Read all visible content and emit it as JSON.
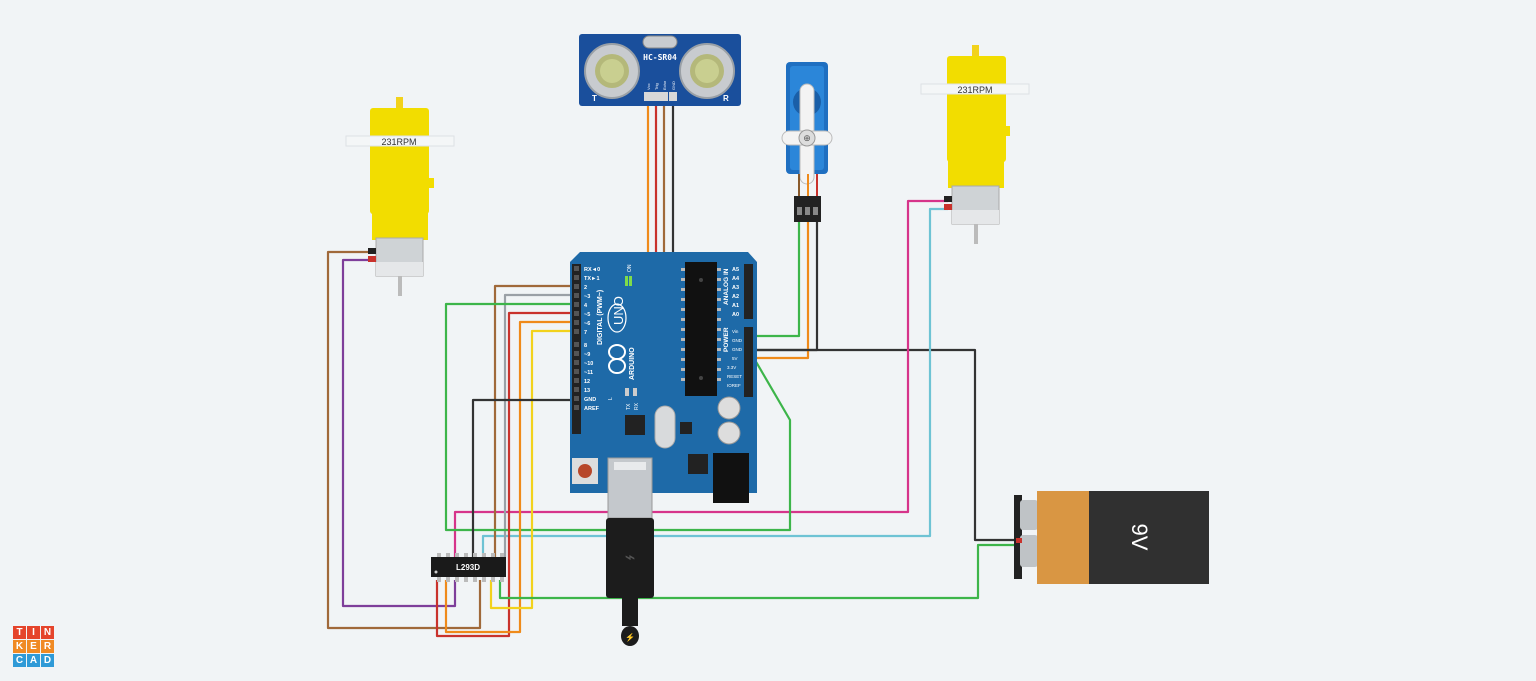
{
  "app": {
    "logo_letters": [
      "T",
      "I",
      "N",
      "K",
      "E",
      "R",
      "C",
      "A",
      "D"
    ],
    "logo_colors": [
      "#e5442b",
      "#e5442b",
      "#e5442b",
      "#f08a24",
      "#f08a24",
      "#f08a24",
      "#2f9ad7",
      "#2f9ad7",
      "#2f9ad7"
    ]
  },
  "components": {
    "ultrasonic": {
      "model": "HC-SR04",
      "t_label": "T",
      "r_label": "R",
      "pins": [
        "Vcc",
        "Trig",
        "Echo",
        "GND"
      ]
    },
    "motor_left": {
      "label": "231RPM"
    },
    "motor_right": {
      "label": "231RPM"
    },
    "driver": {
      "label": "L293D"
    },
    "battery": {
      "label": "9V",
      "minus": "−",
      "plus": "+"
    },
    "arduino": {
      "brand": "ARDUINO",
      "model": "UNO",
      "digital_header": "DIGITAL (PWM~)",
      "analog_header": "ANALOG IN",
      "power_header": "POWER",
      "digital_pins": [
        "RX◄0",
        "TX►1",
        "2",
        "~3",
        "4",
        "~5",
        "~6",
        "7",
        "8",
        "~9",
        "~10",
        "~11",
        "12",
        "13",
        "GND",
        "AREF"
      ],
      "analog_pins": [
        "A5",
        "A4",
        "A3",
        "A2",
        "A1",
        "A0"
      ],
      "power_pins": [
        "Vin",
        "GND",
        "GND",
        "5V",
        "3.3V",
        "RESET",
        "IOREF"
      ],
      "on_label": "ON",
      "tx": "TX",
      "rx": "RX",
      "l": "L"
    }
  }
}
